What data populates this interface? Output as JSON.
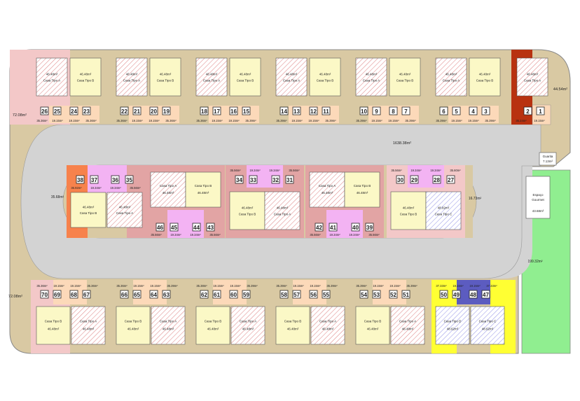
{
  "top_left_margin": "72.08m²",
  "bottom_left_margin": "72.08m²",
  "top_right_margin": "44.54m²",
  "road_label": "1638.38m²",
  "guard": {
    "name": "Guarita",
    "area": "7.13m²"
  },
  "gourmet": {
    "name": "Espaço Gourmet",
    "area": "43.68m²"
  },
  "green_area": "199.32m²",
  "island_left": "35.68m²",
  "island_right": "16.73m²",
  "colors": {
    "beige": "#d9c9a3",
    "pink": "#f3c8c8",
    "peach": "#fcd9b9",
    "cream": "#fbf8c6",
    "rose": "#e2a4a4",
    "red": "#b83210",
    "orange": "#f7824c",
    "violet": "#f3b3f3",
    "yellow": "#ffff33",
    "blue": "#5c5cc0",
    "green": "#90ee90",
    "road": "#d3d3d3",
    "hatch_pink": "#e08a8a",
    "hatch_blue": "#9b9be8"
  },
  "top_blocks": [
    {
      "houses": [
        {
          "type": "Casa Tipo A",
          "area": "46.48m²",
          "hatch": "pink"
        },
        {
          "type": "Casa Tipo B",
          "area": "46.48m²",
          "hatch": "none"
        }
      ],
      "lots": [
        {
          "num": "26",
          "area": "35.36m²"
        },
        {
          "num": "25",
          "area": "19.15m²"
        },
        {
          "num": "24",
          "area": "19.15m²"
        },
        {
          "num": "23",
          "area": "35.36m²"
        }
      ]
    },
    {
      "houses": [
        {
          "type": "Casa Tipo A",
          "area": "46.48m²",
          "hatch": "pink"
        },
        {
          "type": "Casa Tipo B",
          "area": "46.48m²",
          "hatch": "none"
        }
      ],
      "lots": [
        {
          "num": "22",
          "area": "35.36m²"
        },
        {
          "num": "21",
          "area": "19.15m²"
        },
        {
          "num": "20",
          "area": "19.15m²"
        },
        {
          "num": "19",
          "area": "35.36m²"
        }
      ]
    },
    {
      "houses": [
        {
          "type": "Casa Tipo A",
          "area": "46.48m²",
          "hatch": "pink"
        },
        {
          "type": "Casa Tipo B",
          "area": "46.48m²",
          "hatch": "none"
        }
      ],
      "lots": [
        {
          "num": "18",
          "area": "35.36m²"
        },
        {
          "num": "17",
          "area": "19.15m²"
        },
        {
          "num": "16",
          "area": "19.15m²"
        },
        {
          "num": "15",
          "area": "35.39m²"
        }
      ]
    },
    {
      "houses": [
        {
          "type": "Casa Tipo A",
          "area": "46.48m²",
          "hatch": "pink"
        },
        {
          "type": "Casa Tipo B",
          "area": "46.48m²",
          "hatch": "none"
        }
      ],
      "lots": [
        {
          "num": "14",
          "area": "35.39m²"
        },
        {
          "num": "13",
          "area": "19.15m²"
        },
        {
          "num": "12",
          "area": "19.15m²"
        },
        {
          "num": "11",
          "area": "35.39m²"
        }
      ]
    },
    {
      "houses": [
        {
          "type": "Casa Tipo A",
          "area": "46.48m²",
          "hatch": "pink"
        },
        {
          "type": "Casa Tipo B",
          "area": "46.48m²",
          "hatch": "none"
        }
      ],
      "lots": [
        {
          "num": "10",
          "area": "35.39m²"
        },
        {
          "num": "9",
          "area": "19.15m²"
        },
        {
          "num": "8",
          "area": "19.15m²"
        },
        {
          "num": "7",
          "area": "35.39m²"
        }
      ]
    },
    {
      "houses": [
        {
          "type": "Casa Tipo A",
          "area": "46.48m²",
          "hatch": "pink"
        },
        {
          "type": "Casa Tipo B",
          "area": "46.48m²",
          "hatch": "none"
        }
      ],
      "lots": [
        {
          "num": "6",
          "area": "35.39m²"
        },
        {
          "num": "5",
          "area": "19.15m²"
        },
        {
          "num": "4",
          "area": "19.15m²"
        },
        {
          "num": "3",
          "area": "35.39m²"
        }
      ]
    },
    {
      "houses": [
        {
          "type": "Casa Tipo A",
          "area": "46.48m²",
          "hatch": "pink"
        }
      ],
      "lots": [
        {
          "num": "2",
          "area": "35.24m²"
        },
        {
          "num": "1",
          "area": "19.15m²"
        }
      ]
    }
  ],
  "middle_blocks": [
    {
      "lots": [
        {
          "num": "38",
          "area": "35.92m²"
        },
        {
          "num": "37",
          "area": "19.34m²"
        },
        {
          "num": "36",
          "area": "19.34m²"
        },
        {
          "num": "35",
          "area": "35.56m²"
        }
      ],
      "houses": [
        {
          "type": "Casa Tipo B",
          "area": "46.48m²",
          "hatch": "none"
        },
        {
          "type": "Casa Tipo A",
          "area": "46.48m²",
          "hatch": "pink"
        }
      ]
    },
    {
      "lots": [
        {
          "num": "46",
          "area": "35.56m²"
        },
        {
          "num": "45",
          "area": "19.34m²"
        },
        {
          "num": "44",
          "area": "19.34m²"
        },
        {
          "num": "43",
          "area": "35.56m²"
        }
      ],
      "houses": [
        {
          "type": "Casa Tipo A",
          "area": "46.48m²",
          "hatch": "pink"
        },
        {
          "type": "Casa Tipo B",
          "area": "46.48m²",
          "hatch": "none"
        }
      ]
    },
    {
      "lots": [
        {
          "num": "34",
          "area": "35.56m²"
        },
        {
          "num": "33",
          "area": "19.34m²"
        },
        {
          "num": "32",
          "area": "19.34m²"
        },
        {
          "num": "31",
          "area": "35.56m²"
        }
      ],
      "houses": [
        {
          "type": "Casa Tipo B",
          "area": "46.48m²",
          "hatch": "none"
        },
        {
          "type": "Casa Tipo A",
          "area": "46.48m²",
          "hatch": "pink"
        }
      ]
    },
    {
      "lots": [
        {
          "num": "42",
          "area": "35.56m²"
        },
        {
          "num": "41",
          "area": "19.34m²"
        },
        {
          "num": "40",
          "area": "19.34m²"
        },
        {
          "num": "39",
          "area": "35.56m²"
        }
      ],
      "houses": [
        {
          "type": "Casa Tipo A",
          "area": "46.48m²",
          "hatch": "pink"
        },
        {
          "type": "Casa Tipo B",
          "area": "46.48m²",
          "hatch": "none"
        }
      ]
    },
    {
      "lots": [
        {
          "num": "30",
          "area": "35.56m²"
        },
        {
          "num": "29",
          "area": "19.34m²"
        },
        {
          "num": "28",
          "area": "19.34m²"
        },
        {
          "num": "27",
          "area": "35.60m²"
        }
      ],
      "houses": [
        {
          "type": "Casa Tipo B",
          "area": "46.48m²",
          "hatch": "none"
        },
        {
          "type": "Casa Tipo C",
          "area": "48.82m²",
          "hatch": "blue"
        }
      ]
    }
  ],
  "bottom_blocks": [
    {
      "lots": [
        {
          "num": "70",
          "area": "35.36m²"
        },
        {
          "num": "69",
          "area": "19.15m²"
        },
        {
          "num": "68",
          "area": "19.15m²"
        },
        {
          "num": "67",
          "area": "35.36m²"
        }
      ],
      "houses": [
        {
          "type": "Casa Tipo B",
          "area": "46.48m²",
          "hatch": "none"
        },
        {
          "type": "Casa Tipo A",
          "area": "46.48m²",
          "hatch": "pink"
        }
      ]
    },
    {
      "lots": [
        {
          "num": "66",
          "area": "35.36m²"
        },
        {
          "num": "65",
          "area": "19.15m²"
        },
        {
          "num": "64",
          "area": "19.15m²"
        },
        {
          "num": "63",
          "area": "35.39m²"
        }
      ],
      "houses": [
        {
          "type": "Casa Tipo B",
          "area": "46.48m²",
          "hatch": "none"
        },
        {
          "type": "Casa Tipo A",
          "area": "46.48m²",
          "hatch": "pink"
        }
      ]
    },
    {
      "lots": [
        {
          "num": "62",
          "area": "35.38m²"
        },
        {
          "num": "61",
          "area": "19.15m²"
        },
        {
          "num": "60",
          "area": "19.15m²"
        },
        {
          "num": "59",
          "area": "35.39m²"
        }
      ],
      "houses": [
        {
          "type": "Casa Tipo B",
          "area": "46.48m²",
          "hatch": "none"
        },
        {
          "type": "Casa Tipo A",
          "area": "46.48m²",
          "hatch": "pink"
        }
      ]
    },
    {
      "lots": [
        {
          "num": "58",
          "area": "35.39m²"
        },
        {
          "num": "57",
          "area": "19.15m²"
        },
        {
          "num": "56",
          "area": "19.15m²"
        },
        {
          "num": "55",
          "area": "35.39m²"
        }
      ],
      "houses": [
        {
          "type": "Casa Tipo B",
          "area": "46.48m²",
          "hatch": "none"
        },
        {
          "type": "Casa Tipo A",
          "area": "46.48m²",
          "hatch": "pink"
        }
      ]
    },
    {
      "lots": [
        {
          "num": "54",
          "area": "35.39m²"
        },
        {
          "num": "53",
          "area": "19.15m²"
        },
        {
          "num": "52",
          "area": "19.15m²"
        },
        {
          "num": "51",
          "area": "35.39m²"
        }
      ],
      "houses": [
        {
          "type": "Casa Tipo B",
          "area": "46.48m²",
          "hatch": "none"
        },
        {
          "type": "Casa Tipo A",
          "area": "46.48m²",
          "hatch": "pink"
        }
      ]
    },
    {
      "lots": [
        {
          "num": "50",
          "area": "37.33m²"
        },
        {
          "num": "49",
          "area": "19.15m²"
        },
        {
          "num": "48",
          "area": "19.15m²"
        },
        {
          "num": "47",
          "area": "37.33m²"
        }
      ],
      "houses": [
        {
          "type": "Casa Tipo D",
          "area": "48.62m²",
          "hatch": "blue"
        },
        {
          "type": "Casa Tipo C",
          "area": "48.62m²",
          "hatch": "blue"
        }
      ]
    }
  ]
}
